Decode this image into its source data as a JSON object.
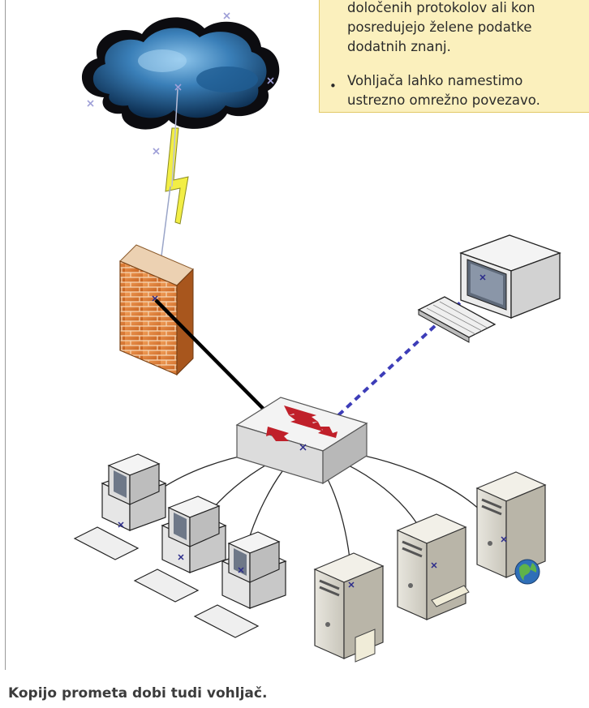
{
  "note": {
    "lines": [
      "določenih protokolov ali kon",
      "posredujejo želene podatke",
      "dodatnih znanj.",
      "Vohljača lahko namestimo",
      "ustrezno omrežno povezavo."
    ],
    "bullet": "•"
  },
  "caption": "Kopijo prometa dobi tudi vohljač.",
  "colors": {
    "note_bg": "#fbf0bd",
    "solid_link": "#000000",
    "dashed_link": "#3d3db8",
    "lightning": "#f2ee46",
    "firewall": "#d9772c"
  },
  "icons": [
    "cloud-icon",
    "lightning-icon",
    "firewall-icon",
    "switch-icon",
    "monitor-icon",
    "keyboard-icon",
    "workstation-icon",
    "server-icon",
    "globe-icon"
  ]
}
